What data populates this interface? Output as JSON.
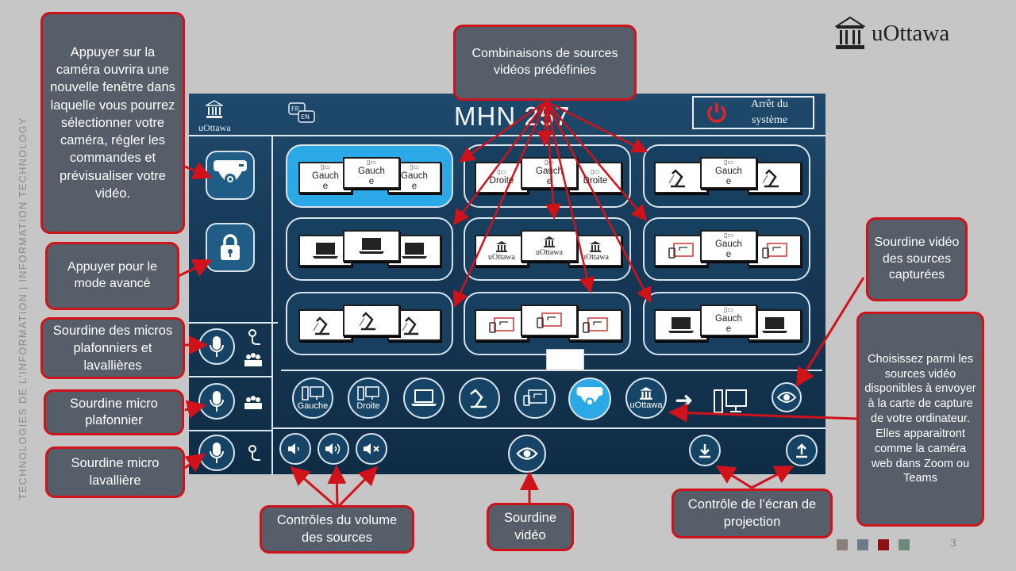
{
  "slide": {
    "side_tagline": "TECHNOLOGIES DE L'INFORMATION  |  INFORMATION TECHNOLOGY",
    "brand": "uOttawa",
    "page_number": "3",
    "swatch_colors": [
      "#8c7f7a",
      "#6d7b8b",
      "#8e1015",
      "#6b8a7a"
    ]
  },
  "callouts": {
    "camera": "Appuyer sur la caméra ouvrira une nouvelle fenêtre dans laquelle vous pourrez sélectionner votre caméra, régler les commandes et prévisualiser votre vidéo.",
    "combinations": "Combinaisons de sources vidéos prédéfinies",
    "advanced": "Appuyer pour le mode avancé",
    "mute_all": "Sourdine des micros plafonniers et lavallières",
    "mute_ceiling": "Sourdine micro plafonnier",
    "mute_lav": "Sourdine micro lavallière",
    "volume": "Contrôles du volume des sources",
    "video_mute": "Sourdine vidéo",
    "projection": "Contrôle de l’écran de projection",
    "capture_mute": "Sourdine vidéo des sources capturées",
    "capture_sources": "Choisissez parmi les sources vidéo disponibles à envoyer à la carte de capture de votre ordinateur. Elles apparaitront comme la caméra web dans Zoom ou Teams"
  },
  "panel": {
    "logo_text": "uOttawa",
    "lang_fr": "FR",
    "lang_en": "EN",
    "room": "MHN 257",
    "power_line1": "Arrêt du",
    "power_line2": "système",
    "gauche": "Gauche",
    "droite": "Droite",
    "gauche_split_1": "Gauch",
    "gauche_split_2": "e",
    "uottawa": "uOttawa",
    "active_preset": 1
  },
  "colors": {
    "callout_bg": "#555e69",
    "callout_border": "#d0121b",
    "active_tile": "#2aa9e6",
    "panel_bg": "#163957"
  }
}
